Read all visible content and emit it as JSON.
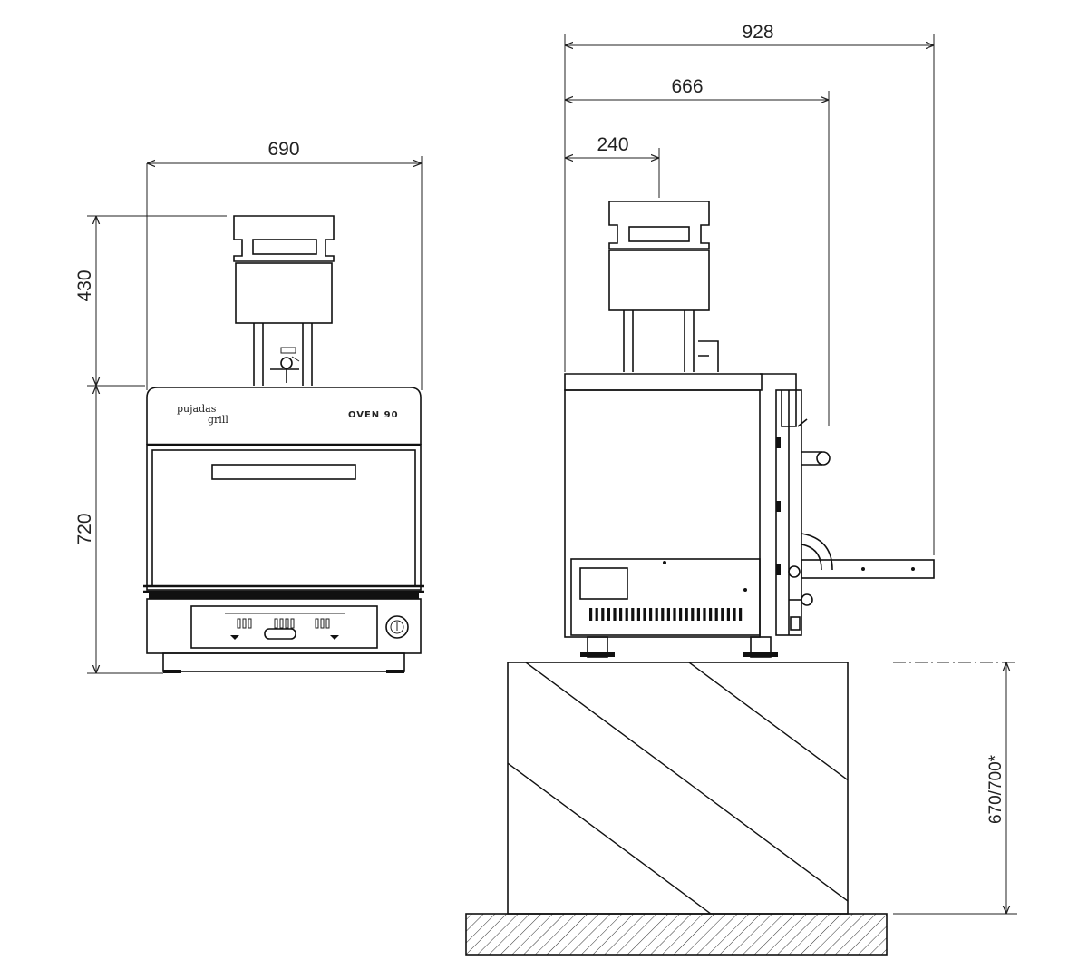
{
  "front_view": {
    "width_label": "690",
    "chimney_height_label": "430",
    "body_height_label": "720",
    "brand": "pujadas",
    "brand_sub": "grill",
    "model": "OVEN 90"
  },
  "side_view": {
    "overall_depth_label": "928",
    "body_depth_label": "666",
    "chimney_offset_label": "240",
    "stand_height_label": "670/700*"
  },
  "colors": {
    "line": "#111111",
    "background": "#ffffff"
  }
}
